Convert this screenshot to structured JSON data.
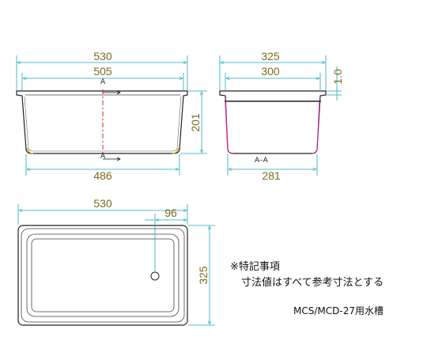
{
  "side_view": {
    "overall_width": "530",
    "top_inner_width": "505",
    "bottom_width": "486",
    "height": "201",
    "section_label_top": "A",
    "section_label_bottom": "A"
  },
  "section_view": {
    "overall_width": "325",
    "inner_width": "300",
    "bottom_width": "281",
    "rim_thickness": "1.0",
    "section_name": "A–A"
  },
  "plan_view": {
    "overall_width": "530",
    "drain_offset": "96",
    "depth": "325"
  },
  "notes": {
    "heading": "※特記事項",
    "body": "寸法値はすべて参考寸法とする"
  },
  "product_label": "MCS/MCD-27用水槽",
  "colors": {
    "dimension_line": "#1fa8b8",
    "dimension_text": "#7a6a20",
    "outline": "#222222",
    "highlight": "#d1219c",
    "center_line": "#d62020",
    "yellow_edge": "#d6b400"
  }
}
